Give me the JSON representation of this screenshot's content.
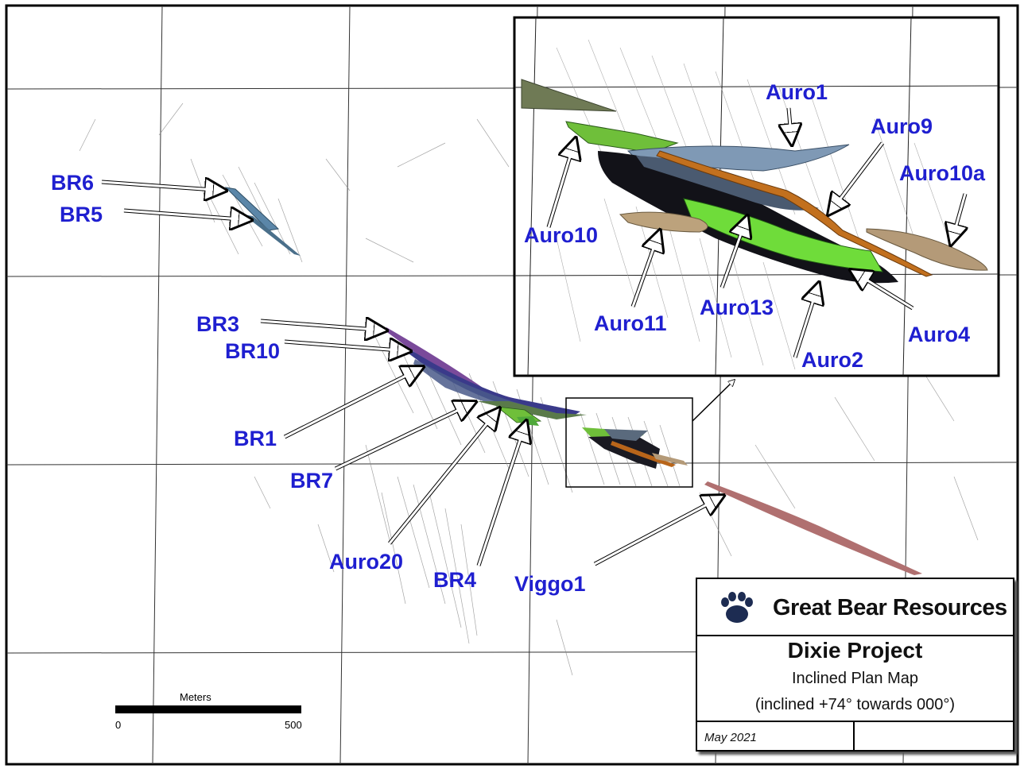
{
  "map": {
    "zones": {
      "br6": "BR6",
      "br5": "BR5",
      "br3": "BR3",
      "br10": "BR10",
      "br1": "BR1",
      "br7": "BR7",
      "auro20": "Auro20",
      "br4": "BR4",
      "viggo1": "Viggo1"
    },
    "inset_zones": {
      "auro1": "Auro1",
      "auro9": "Auro9",
      "auro10a": "Auro10a",
      "auro10": "Auro10",
      "auro11": "Auro11",
      "auro13": "Auro13",
      "auro4": "Auro4",
      "auro2": "Auro2"
    }
  },
  "scale_bar": {
    "unit": "Meters",
    "start": "0",
    "end": "500"
  },
  "title_block": {
    "company": "Great Bear Resources",
    "project": "Dixie Project",
    "subtitle": "Inclined Plan Map",
    "inclination": "(inclined +74° towards 000°)",
    "date": "May 2021"
  },
  "colors": {
    "label": "#1f1fd0",
    "grid": "#333333",
    "viggo": "#b07070",
    "auro_green": "#6fbf3a",
    "auro_orange": "#b8651a",
    "auro_tan": "#b49a78",
    "auro_slate": "#5a6a7d"
  }
}
